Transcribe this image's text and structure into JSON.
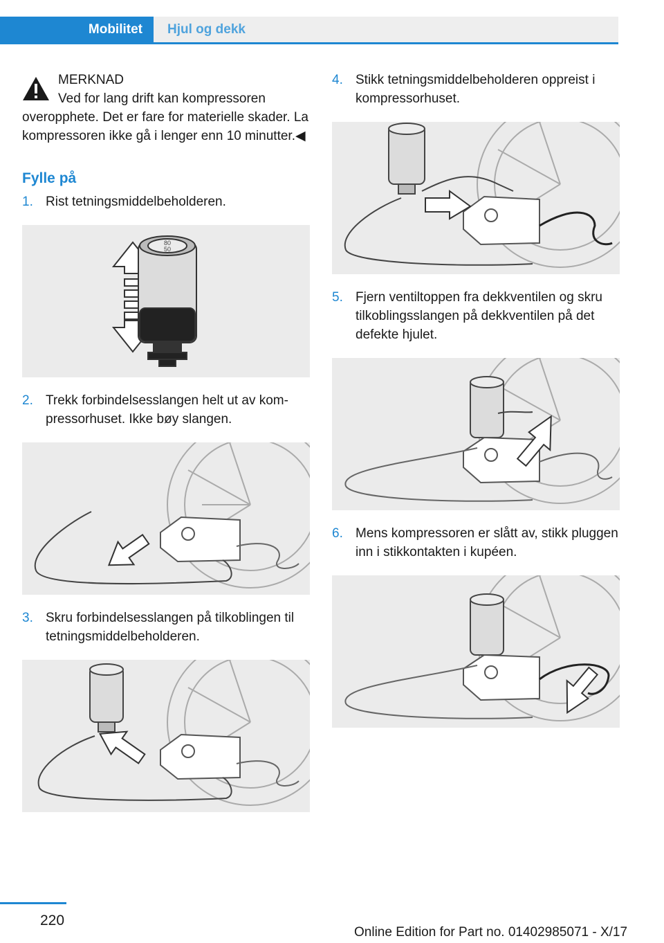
{
  "header": {
    "active_tab": "Mobilitet",
    "inactive_tab": "Hjul og dekk"
  },
  "warning": {
    "icon": "warning-triangle-icon",
    "title": "MERKNAD",
    "body": "Ved for lang drift kan kompressoren overopphete. Det er fare for materielle skader. La kompressoren ikke gå i lenger enn 10 mi­nutter.◀"
  },
  "section": {
    "title": "Fylle på"
  },
  "steps": [
    {
      "num": "1.",
      "text": "Rist tetningsmiddelbeholderen."
    },
    {
      "num": "2.",
      "text": "Trekk forbindelsesslangen helt ut av kom­pressorhuset. Ikke bøy slangen."
    },
    {
      "num": "3.",
      "text": "Skru forbindelsesslangen på tilkoblingen til tetningsmiddelbeholderen."
    },
    {
      "num": "4.",
      "text": "Stikk tetningsmiddelbeholderen oppreist i kompressorhuset."
    },
    {
      "num": "5.",
      "text": "Fjern ventiltoppen fra dekkventilen og skru tilkoblingsslangen på dekkventilen på det defekte hjulet."
    },
    {
      "num": "6.",
      "text": "Mens kompressoren er slått av, stikk plug­gen inn i stikkontakten i kupéen."
    }
  ],
  "bottle_label": {
    "line1": "80",
    "line2": "50"
  },
  "footer": {
    "page_number": "220",
    "edition": "Online Edition for Part no. 01402985071 - X/17"
  }
}
